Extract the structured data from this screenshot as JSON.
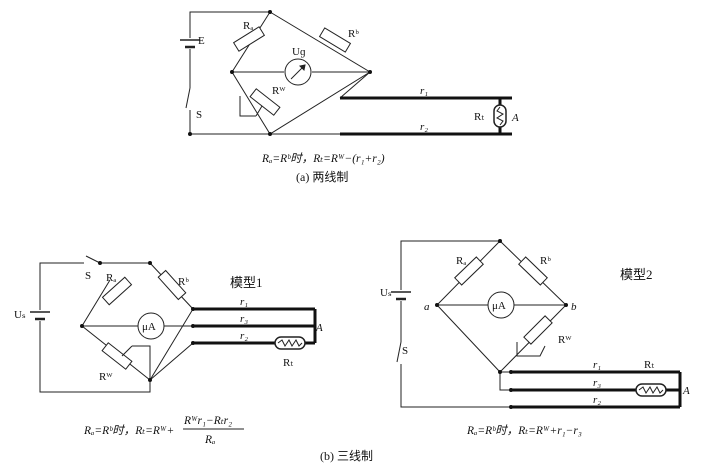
{
  "panel_a": {
    "labels": {
      "ra": "Rₐ",
      "rb": "Rᵇ",
      "rw": "Rᵂ",
      "rt": "Rₜ",
      "e": "E",
      "s": "S",
      "ug": "Uɡ",
      "r1": "r₁",
      "r2": "r₂",
      "a": "A"
    },
    "formula": "Rₐ=Rᵇ时，Rₜ=Rᵂ−(r₁+r₂)",
    "caption": "(a) 两线制"
  },
  "panel_b1": {
    "labels": {
      "model": "模型1",
      "ra": "Rₐ",
      "rb": "Rᵇ",
      "rw": "Rᵂ",
      "rt": "Rₜ",
      "us": "Uₛ",
      "s": "S",
      "ua": "μA",
      "r1": "r₁",
      "r3": "r₃",
      "r2": "r₂",
      "a": "A"
    },
    "formula": {
      "lhs": "Rₐ=Rᵇ时，Rₜ=Rᵂ+",
      "num": "Rᵂr₁−Rₜr₂",
      "den": "Rₐ"
    }
  },
  "panel_b2": {
    "labels": {
      "model": "模型2",
      "ra": "Rₐ",
      "rb": "Rᵇ",
      "rw": "Rᵂ",
      "rt": "Rₜ",
      "us": "Uₛ",
      "s": "S",
      "ua": "μA",
      "node_a": "a",
      "node_b": "b",
      "r1": "r₁",
      "r3": "r₃",
      "r2": "r₂",
      "a": "A"
    },
    "formula": "Rₐ=Rᵇ时，Rₜ=Rᵂ+r₁−r₃"
  },
  "caption_b": "(b) 三线制"
}
